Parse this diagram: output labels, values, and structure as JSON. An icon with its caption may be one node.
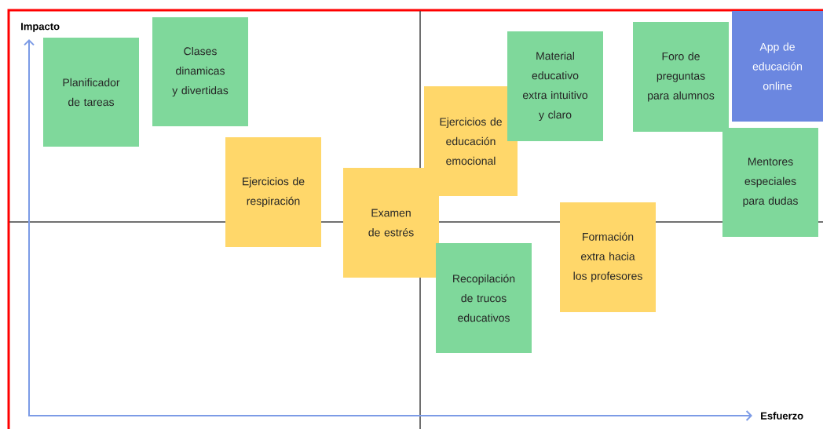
{
  "diagram": {
    "nodes": [
      {
        "text": [
          "Planificador de tareas"
        ]
      },
      {
        "text": [
          "Clases dinamicas y divertidas"
        ]
      },
      {
        "text": [
          "Ejercicios de respiración"
        ]
      },
      {
        "text": [
          "Examen de estrés"
        ]
      },
      {
        "text": [
          "Ejercicios de educación emocional"
        ]
      },
      {
        "text": [
          "Material educativo extra intuitivo y claro"
        ]
      },
      {
        "text": [
          "Recopilación de trucos educativos"
        ]
      },
      {
        "text": [
          "Formación extra hacia los profesores"
        ]
      },
      {
        "text": [
          "Foro de preguntas para alumnos"
        ]
      },
      {
        "text": [
          "App de educación online"
        ]
      },
      {
        "text": [
          "Mentores especiales para dudas"
        ]
      }
    ],
    "labels": [
      "Impacto",
      "Esfuerzo"
    ]
  }
}
